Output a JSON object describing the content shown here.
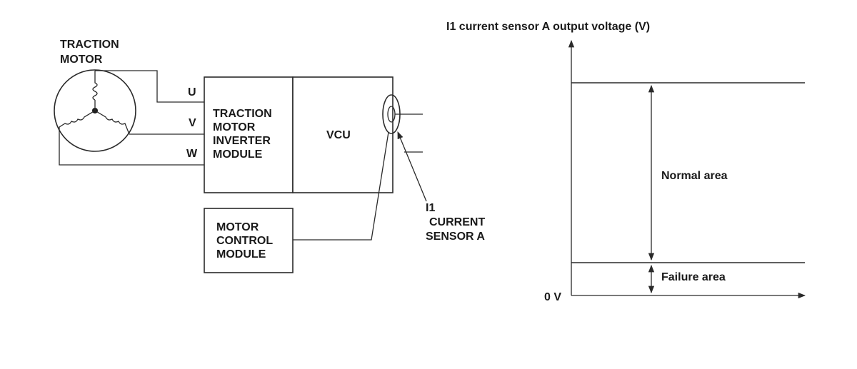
{
  "motor": {
    "label_line1": "TRACTION",
    "label_line2": "MOTOR"
  },
  "phases": {
    "u": "U",
    "v": "V",
    "w": "W"
  },
  "inverter": {
    "line1": "TRACTION",
    "line2": "MOTOR",
    "line3": "INVERTER",
    "line4": "MODULE"
  },
  "vcu": {
    "label": "VCU"
  },
  "mcm": {
    "line1": "MOTOR",
    "line2": "CONTROL",
    "line3": "MODULE"
  },
  "sensor": {
    "line1": "I1",
    "line2": "CURRENT",
    "line3": "SENSOR A"
  },
  "graph": {
    "title": "I1 current sensor A output voltage (V)",
    "zero_label": "0 V",
    "normal_label": "Normal area",
    "failure_label": "Failure area"
  }
}
